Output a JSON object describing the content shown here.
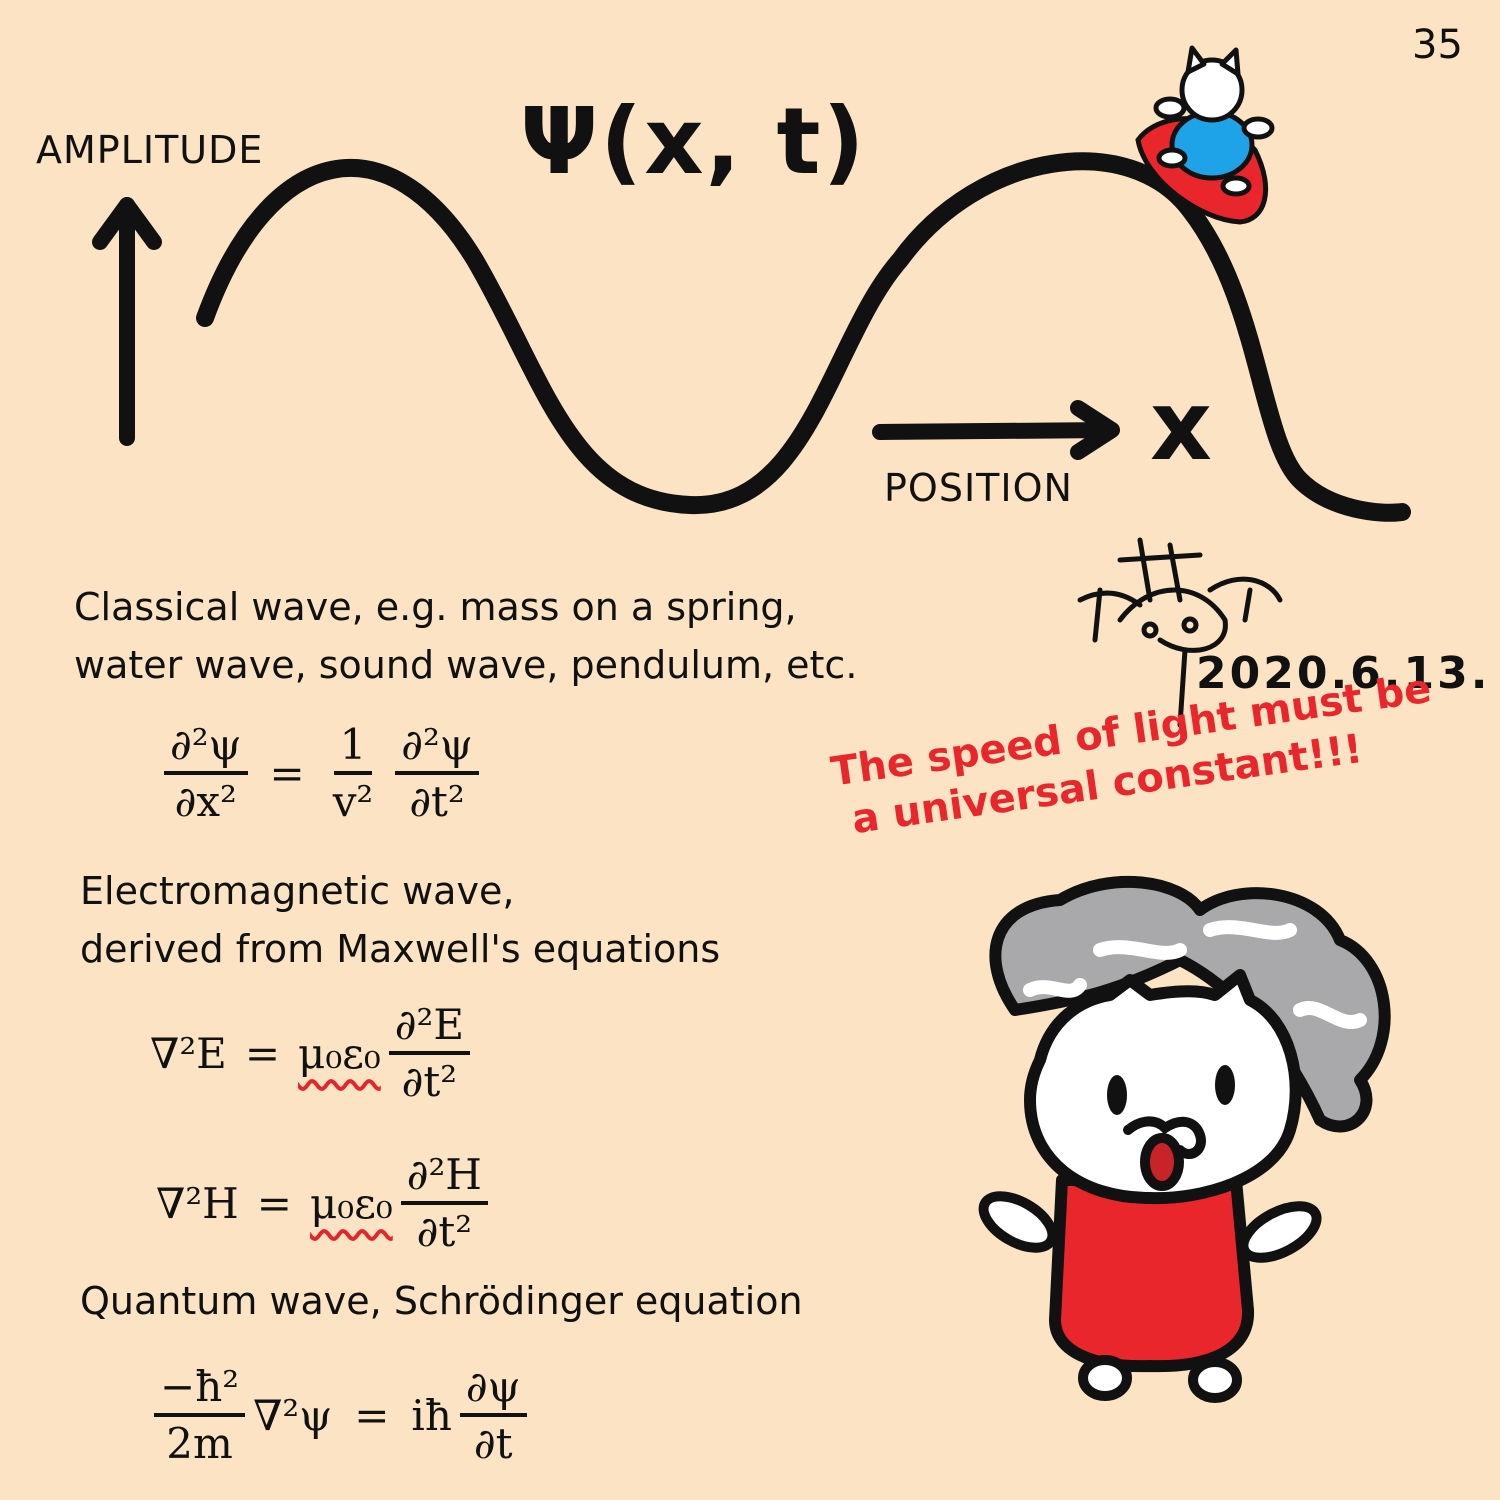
{
  "page_number": "35",
  "wave_figure": {
    "function_label": "Ψ(x, t)",
    "y_axis_label": "AMPLITUDE",
    "x_axis_label": "POSITION",
    "x_axis_symbol": "x"
  },
  "sections": {
    "classical": {
      "line1": "Classical wave, e.g. mass on a spring,",
      "line2": "water wave, sound wave, pendulum, etc."
    },
    "electromagnetic": {
      "line1": "Electromagnetic wave,",
      "line2": "derived from Maxwell's equations"
    },
    "quantum": {
      "line1": "Quantum wave, Schrödinger equation"
    }
  },
  "equations": {
    "classical": {
      "lhs_num": "∂²ψ",
      "lhs_den": "∂x²",
      "eq": "=",
      "coef_num": "1",
      "coef_den": "v²",
      "rhs_num": "∂²ψ",
      "rhs_den": "∂t²"
    },
    "maxwell_E": {
      "lhs": "∇²E",
      "eq": "=",
      "coef": "μ₀ε₀",
      "rhs_num": "∂²E",
      "rhs_den": "∂t²"
    },
    "maxwell_H": {
      "lhs": "∇²H",
      "eq": "=",
      "coef": "μ₀ε₀",
      "rhs_num": "∂²H",
      "rhs_den": "∂t²"
    },
    "schrodinger": {
      "coef_num": "−ħ²",
      "coef_den": "2m",
      "op": "∇²ψ",
      "eq": "=",
      "rhs_pre": "iħ",
      "rhs_num": "∂ψ",
      "rhs_den": "∂t"
    }
  },
  "signature_date": "2020.6.13.",
  "speech": {
    "line1": "The speed of light must be",
    "line2": "a universal constant!!!"
  },
  "colors": {
    "background": "#fce3c4",
    "ink": "#111111",
    "accent_red": "#e8262c",
    "accent_blue": "#1fa3e8",
    "hair_gray": "#a9a9ab"
  }
}
